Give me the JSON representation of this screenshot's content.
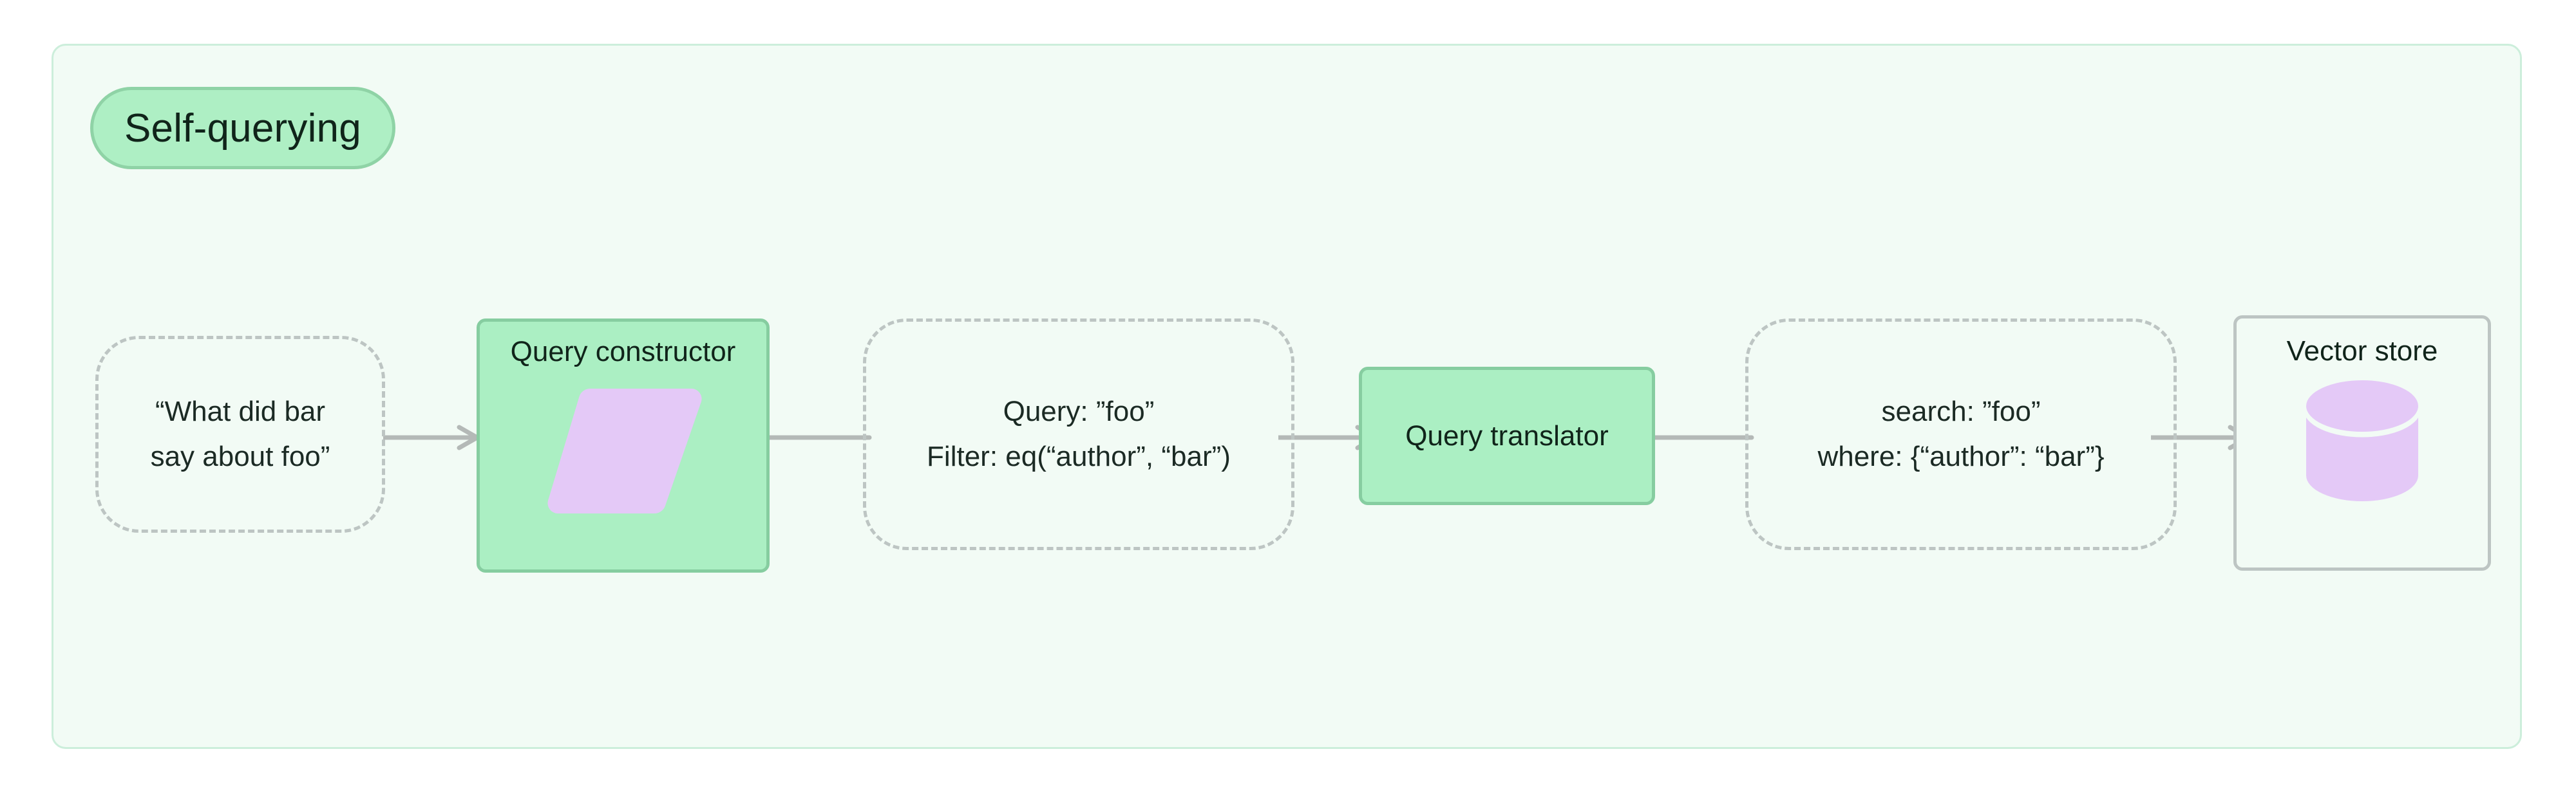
{
  "diagram": {
    "title": "Self-querying",
    "accent_green_fill": "#abefc3",
    "accent_green_border": "#86cda0",
    "accent_purple": "#e4c9f7",
    "dashed_border_color": "#bdc5c3",
    "container_fill": "#f2fbf5",
    "container_border": "#cceedb",
    "edge_color": "#b4b9b7"
  },
  "nodes": {
    "question": {
      "text": "“What did bar\nsay about foo”"
    },
    "query_constructor": {
      "title": "Query constructor",
      "icon": "llm-parallelogram-icon"
    },
    "structured_query": {
      "text": "Query: ”foo”\nFilter: eq(“author”, “bar”)"
    },
    "query_translator": {
      "title": "Query translator"
    },
    "translated_query": {
      "text": "search: ”foo”\nwhere: {“author”: “bar”}"
    },
    "vector_store": {
      "title": "Vector store",
      "icon": "database-cylinder-icon"
    }
  },
  "edges": [
    {
      "from": "question",
      "to": "query_constructor",
      "arrowhead": true
    },
    {
      "from": "query_constructor",
      "to": "structured_query",
      "arrowhead": false
    },
    {
      "from": "structured_query",
      "to": "query_translator",
      "arrowhead": true
    },
    {
      "from": "query_translator",
      "to": "translated_query",
      "arrowhead": false
    },
    {
      "from": "translated_query",
      "to": "vector_store",
      "arrowhead": true
    }
  ]
}
